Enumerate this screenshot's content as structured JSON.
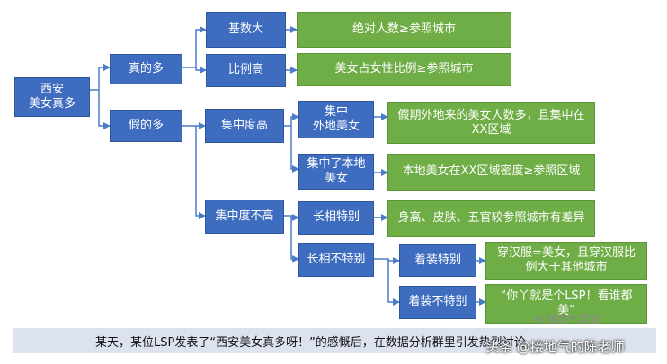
{
  "root": "西安\n美女真多",
  "level1": {
    "real": "真的多",
    "fake": "假的多"
  },
  "real_branch": {
    "base_large": "基数大",
    "ratio_high": "比例高",
    "base_large_desc": "绝对人数≥参照城市",
    "ratio_high_desc": "美女占女性比例≥参照城市"
  },
  "fake_branch": {
    "concentrated": "集中度高",
    "not_concentrated": "集中度不高",
    "outsiders": "集中\n外地美女",
    "locals": "集中了本地\n美女",
    "outsiders_desc": "假期外地来的美女人数多，且集中在\nXX区域",
    "locals_desc": "本地美女在XX区域密度≥参照区域",
    "looks_special": "长相特别",
    "looks_not_special": "长相不特别",
    "looks_special_desc": "身高、皮肤、五官较参照城市有差异",
    "dress_special": "着装特别",
    "dress_not_special": "着装不特别",
    "dress_special_desc": "穿汉服=美女，且穿汉服比\n例大于其他城市",
    "dress_not_special_desc": "“你丫就是个LSP！看谁都\n美”"
  },
  "caption": "某天，某位LSP发表了“西安美女真多呀！”的感慨后，在数据分析群里引发热烈讨论",
  "watermark_small": "接地气学堂",
  "watermark_large": "头条 @接地气的陈老师",
  "colors": {
    "blue": "#3e6cbf",
    "green": "#6fad46",
    "connector": "#4a7cc9",
    "caption_bg": "#dce3ef"
  }
}
